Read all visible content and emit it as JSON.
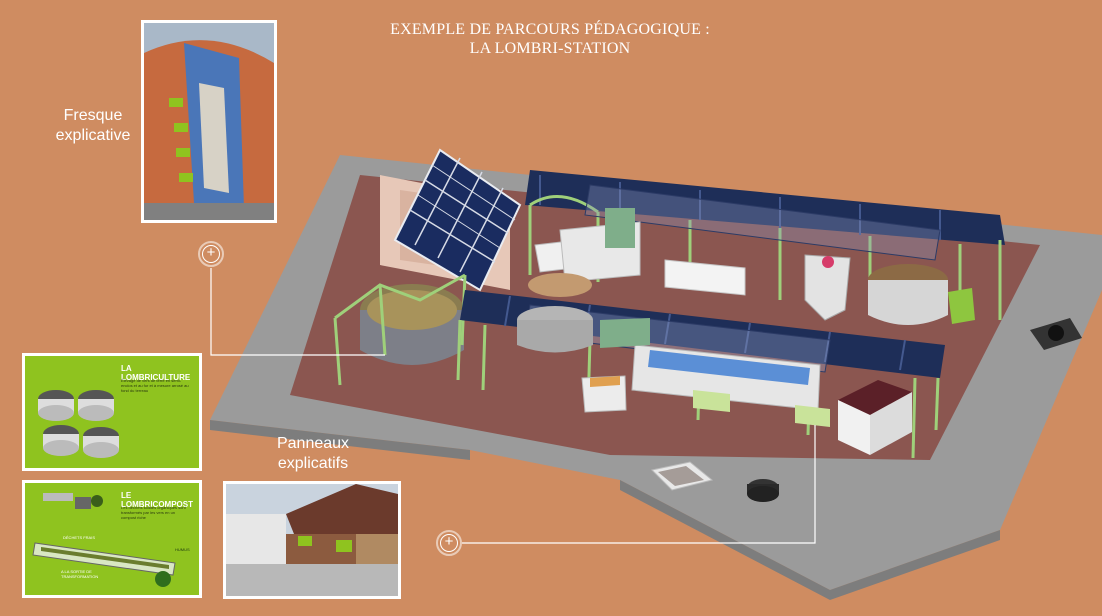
{
  "title": {
    "line1": "EXEMPLE DE PARCOURS PÉDAGOGIQUE :",
    "line2": "LA LOMBRI-STATION"
  },
  "labels": {
    "fresque": [
      "Fresque",
      "explicative"
    ],
    "panneaux": [
      "Panneaux",
      "explicatifs"
    ]
  },
  "cards": {
    "lombriculture": {
      "title": "LA LOMBRICULTURE",
      "text": "Élevage de vers de terre en semi-enclos et au fur et à mesure arrosé au fond du terreau"
    },
    "lombricompost": {
      "title": "LE LOMBRICOMPOST",
      "text": "Les déchets solides organiques sont transformés par les vers en un compost riche",
      "label_dechets": "DÉCHETS FRAIS",
      "label_humus": "HUMUS",
      "label_vers": "A LA SORTIE DE TRANSFORMATION"
    }
  },
  "colors": {
    "background": "#cf8c61",
    "platform": "#9a9a9a",
    "floor": "#8a5148",
    "roof": "#1f2f56",
    "green_frame": "#a8d57a",
    "card_green": "#8fc31f"
  },
  "icons": [
    "plus-circle-icon"
  ]
}
